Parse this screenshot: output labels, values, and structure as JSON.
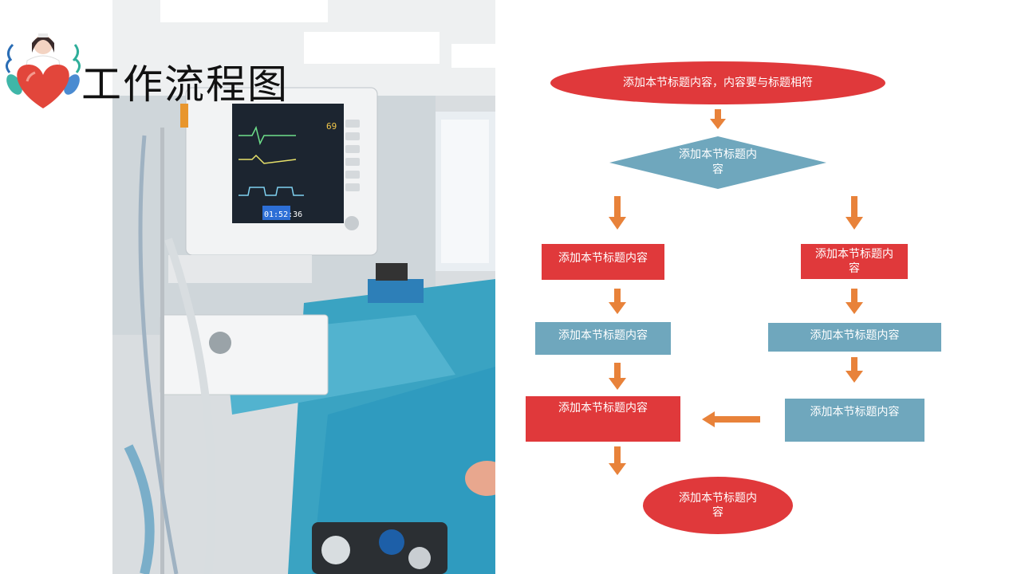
{
  "page": {
    "title": "工作流程图"
  },
  "photo": {
    "monitor_time": "01:52:36",
    "monitor_reading": "69"
  },
  "flowchart": {
    "start": "添加本节标题内容，内容要与标题相符",
    "decision": [
      "添加本节标题内",
      "容"
    ],
    "left_branch": {
      "step1": "添加本节标题内容",
      "step2": "添加本节标题内容",
      "step3": "添加本节标题内容"
    },
    "right_branch": {
      "step1": [
        "添加本节标题内",
        "容"
      ],
      "step2": "添加本节标题内容",
      "step3": "添加本节标题内容"
    },
    "end": [
      "添加本节标题内",
      "容"
    ]
  },
  "colors": {
    "red": "#e0393b",
    "blue": "#6fa7bd",
    "arrow": "#e8823a"
  },
  "icons": {
    "logo": "doctor-heart-icon",
    "arrow": "arrow-icon"
  }
}
